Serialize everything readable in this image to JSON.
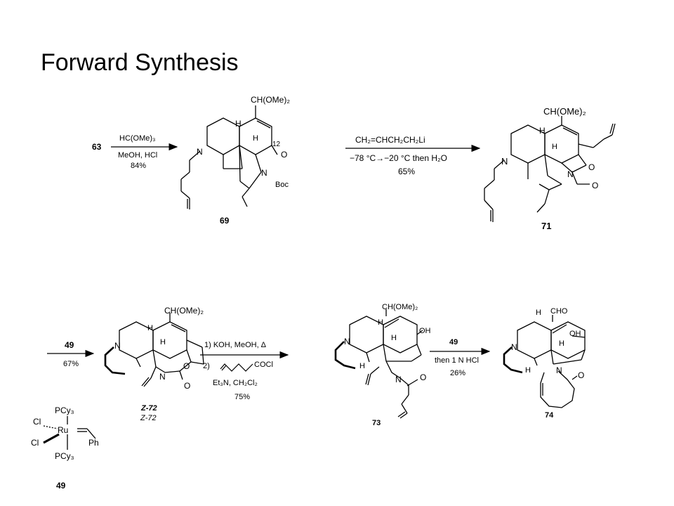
{
  "title": "Forward Synthesis",
  "colors": {
    "background": "#ffffff",
    "ink": "#000000"
  },
  "reactions": {
    "r1": {
      "start": "63",
      "reagent_top": "HC(OMe)₃",
      "reagent_bottom": "MeOH, HCl",
      "yield": "84%"
    },
    "r2": {
      "reagent_top": "CH₂=CHCH₂CH₂Li",
      "reagent_bottom": "−78 °C→−20 °C then H₂O",
      "yield": "65%"
    },
    "r3": {
      "reagent_top": "49",
      "yield": "67%"
    },
    "r4": {
      "step1": "1) KOH, MeOH, Δ",
      "step2": "2)",
      "acyl": "COCl",
      "base": "Et₃N, CH₂Cl₂",
      "yield": "75%"
    },
    "r5": {
      "reagent_top": "49",
      "reagent_bottom": "then 1 N HCl",
      "yield": "26%"
    }
  },
  "compounds": {
    "c69": {
      "label": "69",
      "group_top": "CH(OMe)₂",
      "h1": "H",
      "h2": "H",
      "n": "N",
      "n2": "N",
      "o": "O",
      "num": "12",
      "boc": "Boc"
    },
    "c71": {
      "label": "71",
      "group_top": "CH(OMe)₂",
      "h1": "H",
      "h2": "H",
      "n": "N",
      "n2": "N",
      "o1": "O",
      "o2": "O"
    },
    "c72": {
      "label": "Z-72",
      "label_ghost": "Z-72",
      "group_top": "CH(OMe)₂",
      "h1": "H",
      "h2": "H",
      "n": "N",
      "n2": "N",
      "o1": "O",
      "o2": "O"
    },
    "c73": {
      "label": "73",
      "group_top": "CH(OMe)₂",
      "h1": "H",
      "h2": "H",
      "h3": "H",
      "oh": "OH",
      "n": "N",
      "n2": "N",
      "o": "O"
    },
    "c74": {
      "label": "74",
      "group_top": "CHO",
      "h1": "H",
      "h2": "H",
      "h3": "H",
      "oh": "OH",
      "n": "N",
      "n2": "N",
      "o": "O"
    }
  },
  "catalyst": {
    "label": "49",
    "pcy_top": "PCy₃",
    "pcy_bottom": "PCy₃",
    "cl1": "Cl",
    "cl2": "Cl",
    "ru": "Ru",
    "ph": "Ph"
  }
}
